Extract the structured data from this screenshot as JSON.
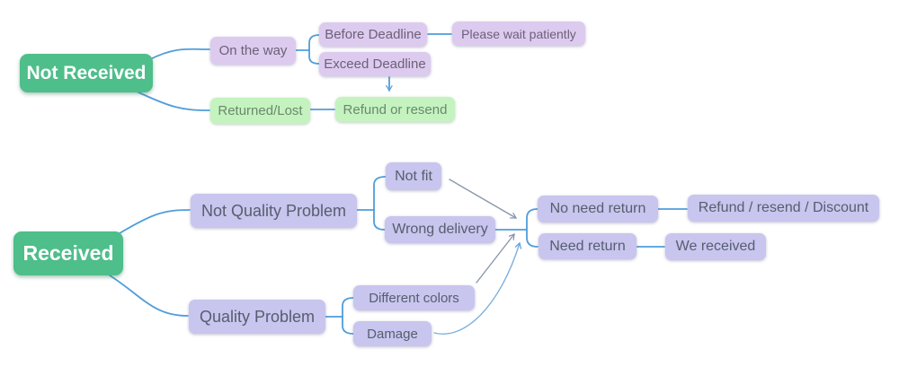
{
  "nodes": {
    "not_received": {
      "label": "Not Received"
    },
    "on_the_way": {
      "label": "On the way"
    },
    "before_deadline": {
      "label": "Before Deadline"
    },
    "exceed_deadline": {
      "label": "Exceed Deadline"
    },
    "please_wait": {
      "label": "Please wait patiently"
    },
    "returned_lost": {
      "label": "Returned/Lost"
    },
    "refund_or_resend": {
      "label": "Refund or resend"
    },
    "received": {
      "label": "Received"
    },
    "not_quality_problem": {
      "label": "Not Quality Problem"
    },
    "not_fit": {
      "label": "Not fit"
    },
    "wrong_delivery": {
      "label": "Wrong delivery"
    },
    "quality_problem": {
      "label": "Quality Problem"
    },
    "different_colors": {
      "label": "Different colors"
    },
    "damage": {
      "label": "Damage"
    },
    "no_need_return": {
      "label": "No need return"
    },
    "refund_resend_discount": {
      "label": "Refund / resend / Discount"
    },
    "need_return": {
      "label": "Need return"
    },
    "we_received": {
      "label": "We received"
    }
  },
  "edges": [
    {
      "from": "Not Received",
      "to": "On the way"
    },
    {
      "from": "Not Received",
      "to": "Returned/Lost"
    },
    {
      "from": "On the way",
      "to": "Before Deadline"
    },
    {
      "from": "On the way",
      "to": "Exceed Deadline"
    },
    {
      "from": "Before Deadline",
      "to": "Please wait patiently"
    },
    {
      "from": "Exceed Deadline",
      "to": "Refund or resend",
      "arrow": true
    },
    {
      "from": "Returned/Lost",
      "to": "Refund or resend"
    },
    {
      "from": "Received",
      "to": "Not Quality Problem"
    },
    {
      "from": "Received",
      "to": "Quality Problem"
    },
    {
      "from": "Not Quality Problem",
      "to": "Not fit"
    },
    {
      "from": "Not Quality Problem",
      "to": "Wrong delivery"
    },
    {
      "from": "Quality Problem",
      "to": "Different colors"
    },
    {
      "from": "Quality Problem",
      "to": "Damage"
    },
    {
      "from": "Wrong delivery",
      "to": "No need return"
    },
    {
      "from": "Wrong delivery",
      "to": "Need return"
    },
    {
      "from": "Not fit",
      "to": "No need return",
      "arrow": true
    },
    {
      "from": "Different colors",
      "to": "Need return",
      "arrow": true
    },
    {
      "from": "Damage",
      "to": "Need return",
      "arrow": true
    },
    {
      "from": "No need return",
      "to": "Refund / resend / Discount"
    },
    {
      "from": "Need return",
      "to": "We received"
    }
  ],
  "colors": {
    "root_green": "#4ebe8a",
    "light_green": "#c4f3c0",
    "lavender_pink": "#dccbee",
    "periwinkle": "#c8c5ee",
    "line_blue": "#4f9ddb",
    "line_gray": "#8a97ad",
    "line_light_blue": "#7db1de"
  }
}
